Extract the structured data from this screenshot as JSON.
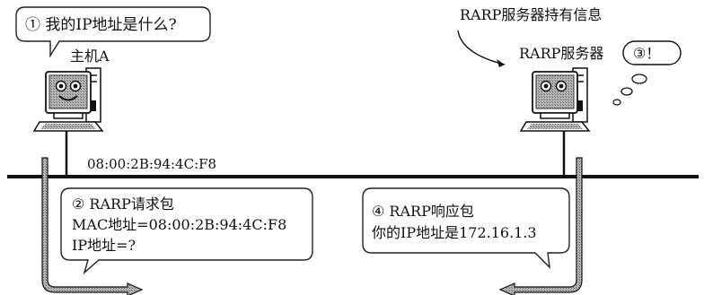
{
  "host_a": {
    "question": "① 我的IP地址是什么?",
    "name": "主机A",
    "mac_address": "08:00:2B:94:4C:F8"
  },
  "rarp_server": {
    "caption": "RARP服务器持有信息",
    "name": "RARP服务器",
    "thought": "③！"
  },
  "request_bubble": {
    "title": "② RARP请求包",
    "mac_line": "MAC地址=08:00:2B:94:4C:F8",
    "ip_line": "IP地址=?"
  },
  "reply_bubble": {
    "title": "④ RARP响应包",
    "ip_line": "你的IP地址是172.16.1.3"
  }
}
